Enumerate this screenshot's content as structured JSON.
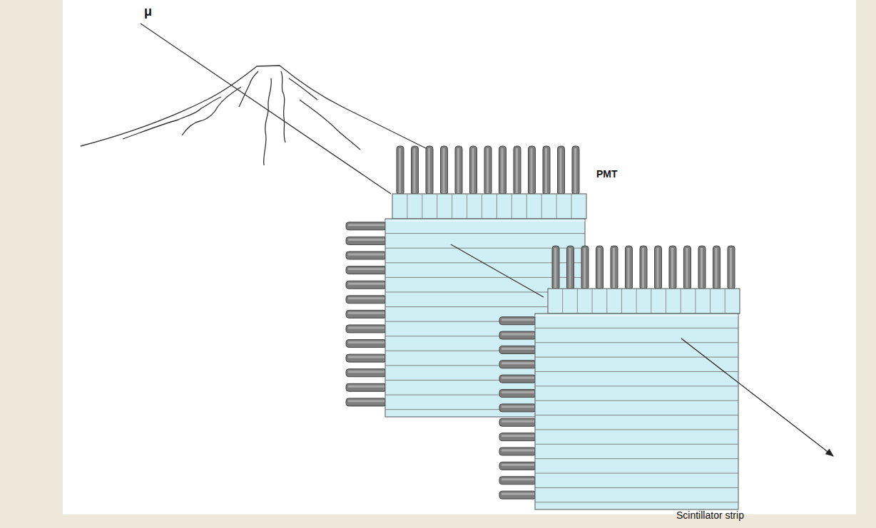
{
  "diagram": {
    "labels": [
      "μ",
      "PMT",
      "Scintillator strip"
    ]
  }
}
